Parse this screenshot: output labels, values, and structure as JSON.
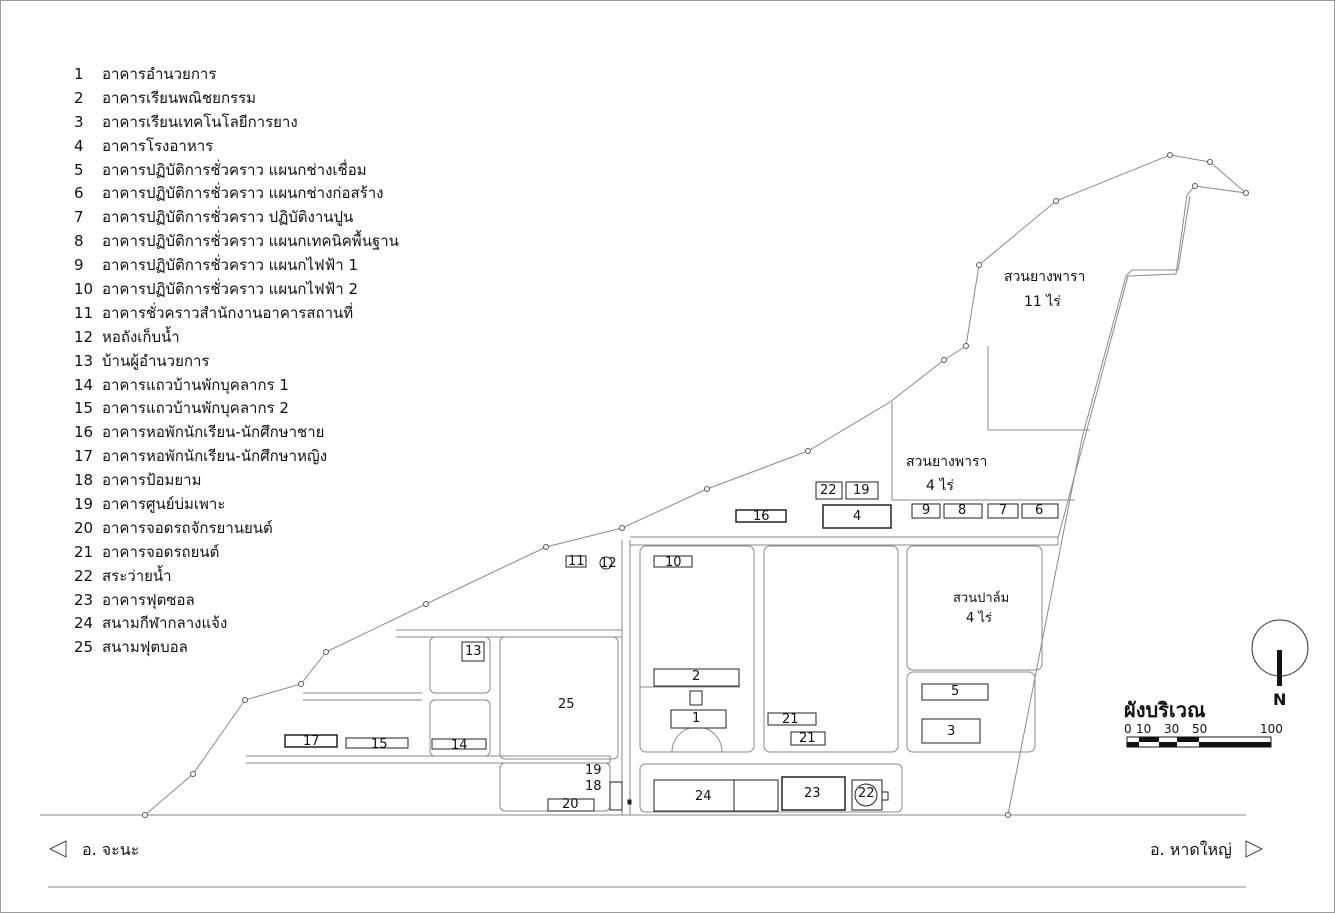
{
  "legend": [
    {
      "num": "1",
      "text": "อาคารอำนวยการ"
    },
    {
      "num": "2",
      "text": "อาคารเรียนพณิชยกรรม"
    },
    {
      "num": "3",
      "text": "อาคารเรียนเทคโนโลยีการยาง"
    },
    {
      "num": "4",
      "text": "อาคารโรงอาหาร"
    },
    {
      "num": "5",
      "text": "อาคารปฏิบัติการชั่วคราว แผนกช่างเชื่อม"
    },
    {
      "num": "6",
      "text": "อาคารปฏิบัติการชั่วคราว แผนกช่างก่อสร้าง"
    },
    {
      "num": "7",
      "text": "อาคารปฏิบัติการชั่วคราว ปฏิบัติงานปูน"
    },
    {
      "num": "8",
      "text": "อาคารปฏิบัติการชั่วคราว แผนกเทคนิคพื้นฐาน"
    },
    {
      "num": "9",
      "text": "อาคารปฏิบัติการชั่วคราว แผนกไฟฟ้า 1"
    },
    {
      "num": "10",
      "text": "อาคารปฏิบัติการชั่วคราว แผนกไฟฟ้า 2"
    },
    {
      "num": "11",
      "text": "อาคารชั่วคราวสำนักงานอาคารสถานที่"
    },
    {
      "num": "12",
      "text": "หอถังเก็บน้ำ"
    },
    {
      "num": "13",
      "text": "บ้านผู้อำนวยการ"
    },
    {
      "num": "14",
      "text": "อาคารแถวบ้านพักบุคลากร 1"
    },
    {
      "num": "15",
      "text": "อาคารแถวบ้านพักบุคลากร 2"
    },
    {
      "num": "16",
      "text": "อาคารหอพักนักเรียน-นักศึกษาชาย"
    },
    {
      "num": "17",
      "text": "อาคารหอพักนักเรียน-นักศึกษาหญิง"
    },
    {
      "num": "18",
      "text": "อาคารป้อมยาม"
    },
    {
      "num": "19",
      "text": "อาคารศูนย์บ่มเพาะ"
    },
    {
      "num": "20",
      "text": "อาคารจอดรถจักรยานยนต์"
    },
    {
      "num": "21",
      "text": "อาคารจอดรถยนต์"
    },
    {
      "num": "22",
      "text": "สระว่ายน้ำ"
    },
    {
      "num": "23",
      "text": "อาคารฟุตซอล"
    },
    {
      "num": "24",
      "text": "สนามกีฬากลางแจ้ง"
    },
    {
      "num": "25",
      "text": "สนามฟุตบอล"
    }
  ],
  "areas": {
    "rubber_large": {
      "name": "สวนยางพารา",
      "size": "11 ไร่"
    },
    "rubber_small": {
      "name": "สวนยางพารา",
      "size": "4 ไร่"
    },
    "palm": {
      "name": "สวนปาล์ม",
      "size": "4 ไร่"
    }
  },
  "directions": {
    "west": "อ. จะนะ",
    "east": "อ. หาดใหญ่"
  },
  "title": "ผังบริเวณ",
  "north": "N",
  "scale": [
    "0",
    "10",
    "30",
    "50",
    "100"
  ],
  "buildings": {
    "b1": "1",
    "b2": "2",
    "b3": "3",
    "b4": "4",
    "b5": "5",
    "b6": "6",
    "b7": "7",
    "b8": "8",
    "b9": "9",
    "b10": "10",
    "b11": "11",
    "b12": "12",
    "b13": "13",
    "b14": "14",
    "b15": "15",
    "b16": "16",
    "b17": "17",
    "b18": "18",
    "b19": "19",
    "b20": "20",
    "b21a": "21",
    "b21b": "21",
    "b22a": "22",
    "b22b": "22",
    "b19b": "19",
    "b23": "23",
    "b24": "24",
    "b25": "25"
  }
}
